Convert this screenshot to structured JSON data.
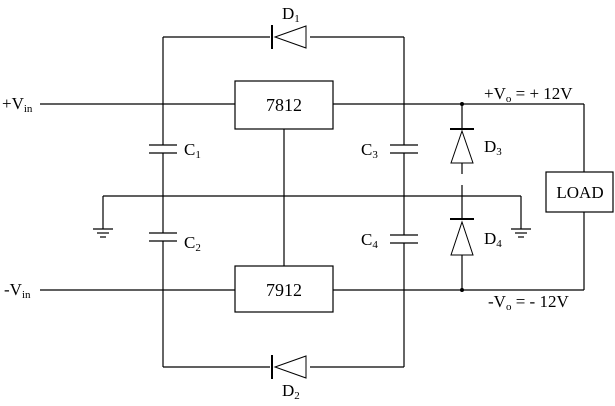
{
  "regulators": {
    "positive": "7812",
    "negative": "7912"
  },
  "load": "LOAD",
  "labels": {
    "vin_pos": {
      "main": "+V",
      "sub": "in"
    },
    "vin_neg": {
      "main": "-V",
      "sub": "in"
    },
    "vo_pos": {
      "main": "+V",
      "sub": "o",
      "rest": " = + 12V"
    },
    "vo_neg": {
      "main": "-V",
      "sub": "o",
      "rest": " = - 12V"
    }
  },
  "diodes": {
    "d1": {
      "main": "D",
      "sub": "1"
    },
    "d2": {
      "main": "D",
      "sub": "2"
    },
    "d3": {
      "main": "D",
      "sub": "3"
    },
    "d4": {
      "main": "D",
      "sub": "4"
    }
  },
  "capacitors": {
    "c1": {
      "main": "C",
      "sub": "1"
    },
    "c2": {
      "main": "C",
      "sub": "2"
    },
    "c3": {
      "main": "C",
      "sub": "3"
    },
    "c4": {
      "main": "C",
      "sub": "4"
    }
  }
}
